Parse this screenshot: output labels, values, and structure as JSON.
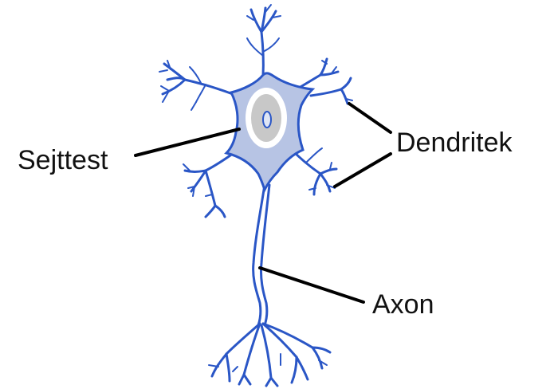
{
  "labels": {
    "soma": "Sejttest",
    "dendrites": "Dendritek",
    "axon": "Axon"
  },
  "colors": {
    "membrane": "#2a56c6",
    "cytoplasm": "#b7c4e4",
    "nucleus_ring": "#ffffff",
    "nucleus": "#c8c8c8",
    "nucleolus_fill": "#dfe6f5",
    "leader_lines": "#000000",
    "text": "#111111"
  }
}
